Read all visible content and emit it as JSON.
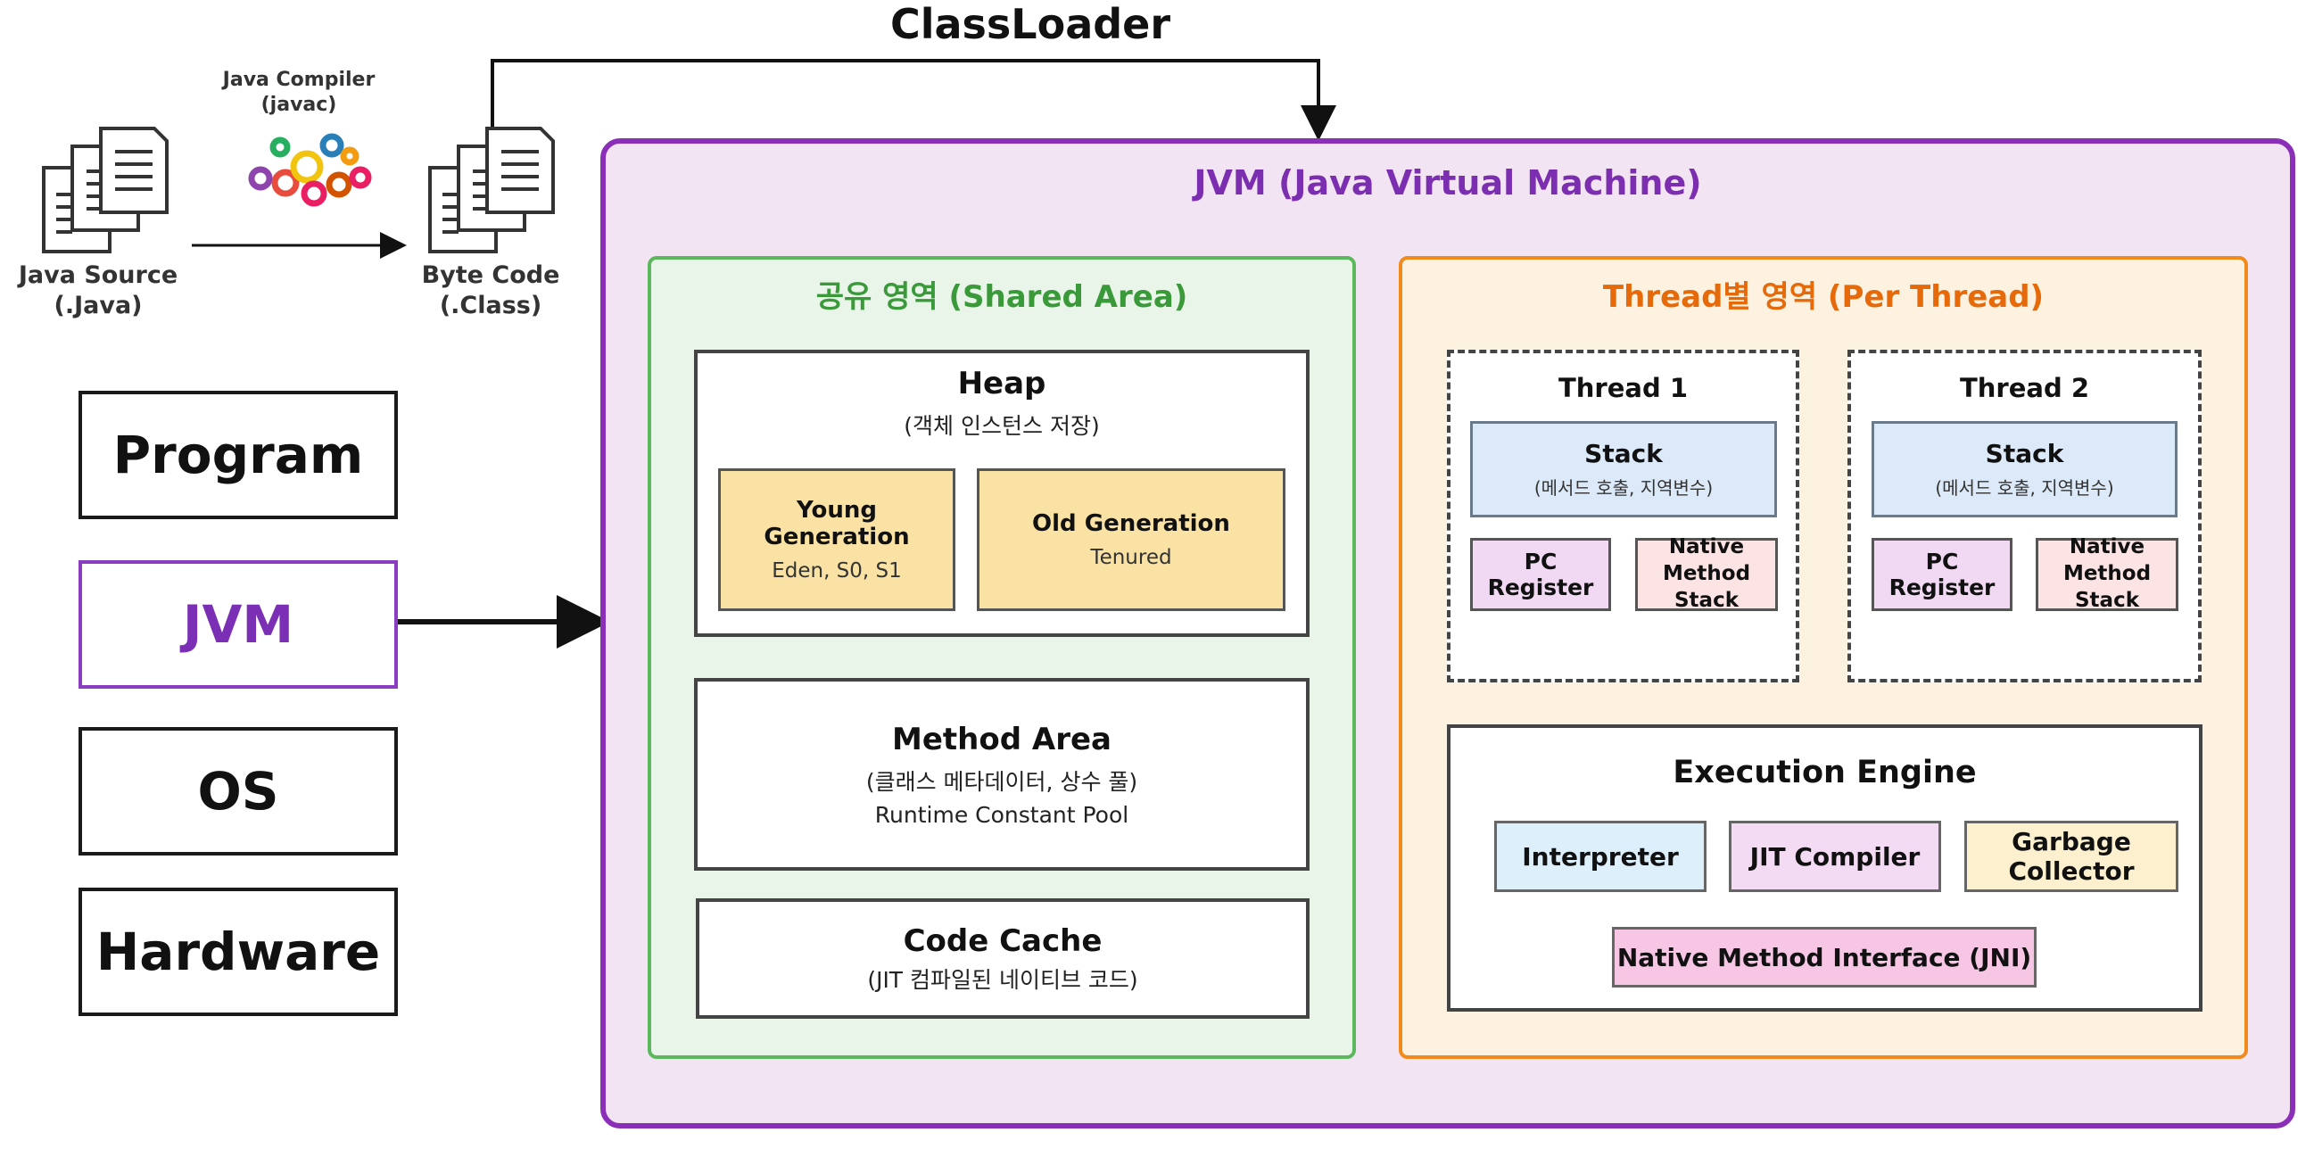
{
  "pipeline": {
    "source_label_line1": "Java Source",
    "source_label_line2": "(.Java)",
    "compiler_label_line1": "Java Compiler",
    "compiler_label_line2": "(javac)",
    "bytecode_label_line1": "Byte Code",
    "bytecode_label_line2": "(.Class)",
    "classloader_label": "ClassLoader"
  },
  "layers": {
    "program": "Program",
    "jvm": "JVM",
    "os": "OS",
    "hardware": "Hardware"
  },
  "jvm": {
    "title": "JVM (Java Virtual Machine)",
    "shared": {
      "title": "공유 영역 (Shared Area)",
      "heap": {
        "title": "Heap",
        "subtitle": "(객체 인스턴스 저장)",
        "young_title": "Young Generation",
        "young_sub": "Eden, S0, S1",
        "old_title": "Old Generation",
        "old_sub": "Tenured"
      },
      "method_area": {
        "title": "Method Area",
        "subtitle": "(클래스 메타데이터, 상수 풀)",
        "subtitle2": "Runtime Constant Pool"
      },
      "code_cache": {
        "title": "Code Cache",
        "subtitle": "(JIT 컴파일된 네이티브 코드)"
      }
    },
    "per_thread": {
      "title": "Thread별 영역 (Per Thread)",
      "threads": [
        {
          "name": "Thread 1",
          "stack_title": "Stack",
          "stack_sub": "(메서드 호출, 지역변수)",
          "pc": "PC Register",
          "native_line1": "Native",
          "native_line2": "Method Stack"
        },
        {
          "name": "Thread 2",
          "stack_title": "Stack",
          "stack_sub": "(메서드 호출, 지역변수)",
          "pc": "PC Register",
          "native_line1": "Native",
          "native_line2": "Method Stack"
        }
      ],
      "execution_engine": {
        "title": "Execution Engine",
        "interpreter": "Interpreter",
        "jit": "JIT Compiler",
        "gc": "Garbage Collector",
        "jni": "Native Method Interface (JNI)"
      }
    }
  },
  "colors": {
    "jvm_border": "#8b2fb8",
    "jvm_fill": "#f3e4f4",
    "shared_border": "#5cb85c",
    "thread_border": "#f18a1c"
  },
  "icons": {
    "source": "document-stack-icon",
    "compiler": "gears-icon",
    "bytecode": "document-stack-icon"
  }
}
